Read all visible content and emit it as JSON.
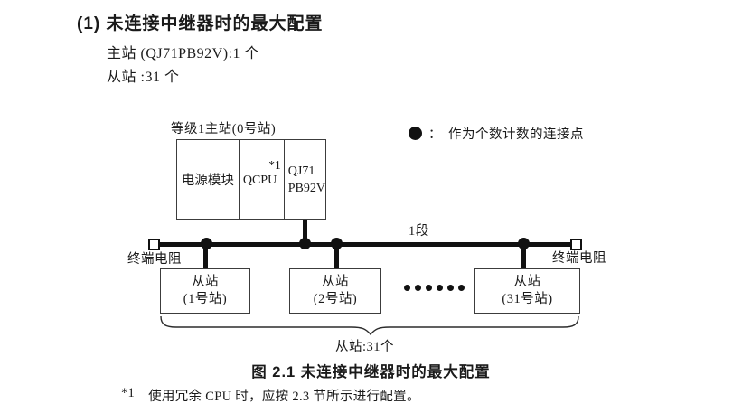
{
  "heading": {
    "number": "(1)",
    "title": "未连接中继器时的最大配置"
  },
  "spec": {
    "master_count": "主站 (QJ71PB92V):1 个",
    "slave_count": "从站 :31 个"
  },
  "diagram": {
    "master_label": "等级1主站(0号站)",
    "master_modules": {
      "power": "电源模块",
      "cpu": "QCPU",
      "cpu_note": "*1",
      "pb_line1": "QJ71",
      "pb_line2": "PB92V"
    },
    "legend": {
      "colon": "：",
      "text": "作为个数计数的连接点"
    },
    "segment_label": "1段",
    "terminator_left": "终端电阻",
    "terminator_right": "终端电阻",
    "slaves": [
      {
        "line1": "从站",
        "line2": "(1号站)"
      },
      {
        "line1": "从站",
        "line2": "(2号站)"
      },
      {
        "line1": "从站",
        "line2": "(31号站)"
      }
    ],
    "slave_total": "从站:31个"
  },
  "caption": "图 2.1 未连接中继器时的最大配置",
  "footnote": {
    "marker": "*1",
    "text": "使用冗余 CPU 时，应按 2.3 节所示进行配置。"
  },
  "colors": {
    "ink": "#1a1a1a",
    "line": "#111111",
    "box_border": "#3c3c3c",
    "background": "#ffffff"
  }
}
